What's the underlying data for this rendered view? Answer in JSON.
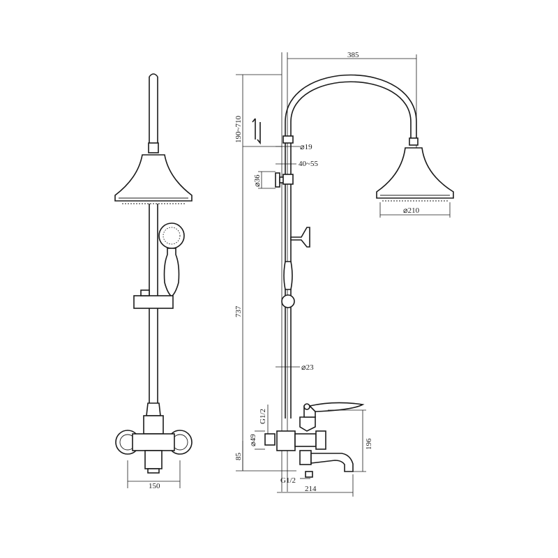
{
  "dimensions": {
    "top_width": "385",
    "riser_height": "190~710",
    "top_pipe_dia": "⌀19",
    "bracket_offset": "40~55",
    "bracket_dia": "⌀36",
    "head_dia": "⌀210",
    "total_height": "737",
    "lower_pipe_dia": "⌀23",
    "inlet_thread_v": "G1/2",
    "inlet_dia": "⌀49",
    "inlet_height": "85",
    "body_height": "196",
    "spout_thread": "G1/2",
    "spout_width": "214",
    "front_width": "150"
  }
}
